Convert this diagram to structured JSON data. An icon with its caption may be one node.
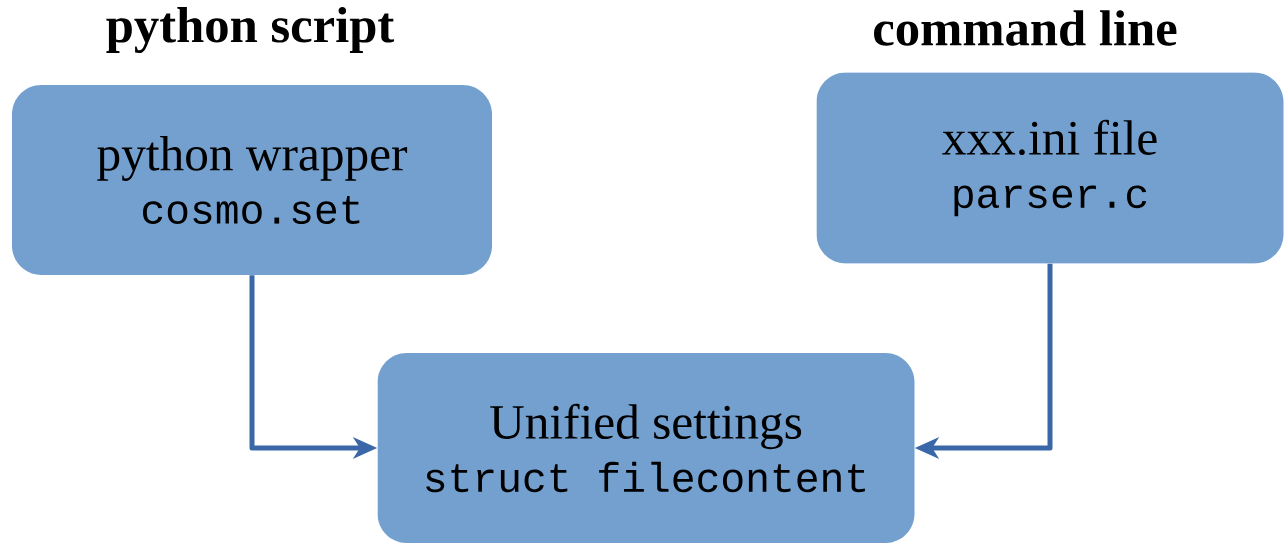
{
  "diagram": {
    "nodes": [
      {
        "text": [
          "python script",
          "python wrapper",
          "cosmo.set"
        ]
      },
      {
        "text": [
          "command line",
          "xxx.ini file",
          "parser.c"
        ]
      },
      {
        "text": [
          "Unified settings",
          "struct filecontent"
        ]
      }
    ],
    "edges": [
      {
        "from": 0,
        "to": 2,
        "arrow": "to"
      },
      {
        "from": 1,
        "to": 2,
        "arrow": "to"
      }
    ]
  }
}
